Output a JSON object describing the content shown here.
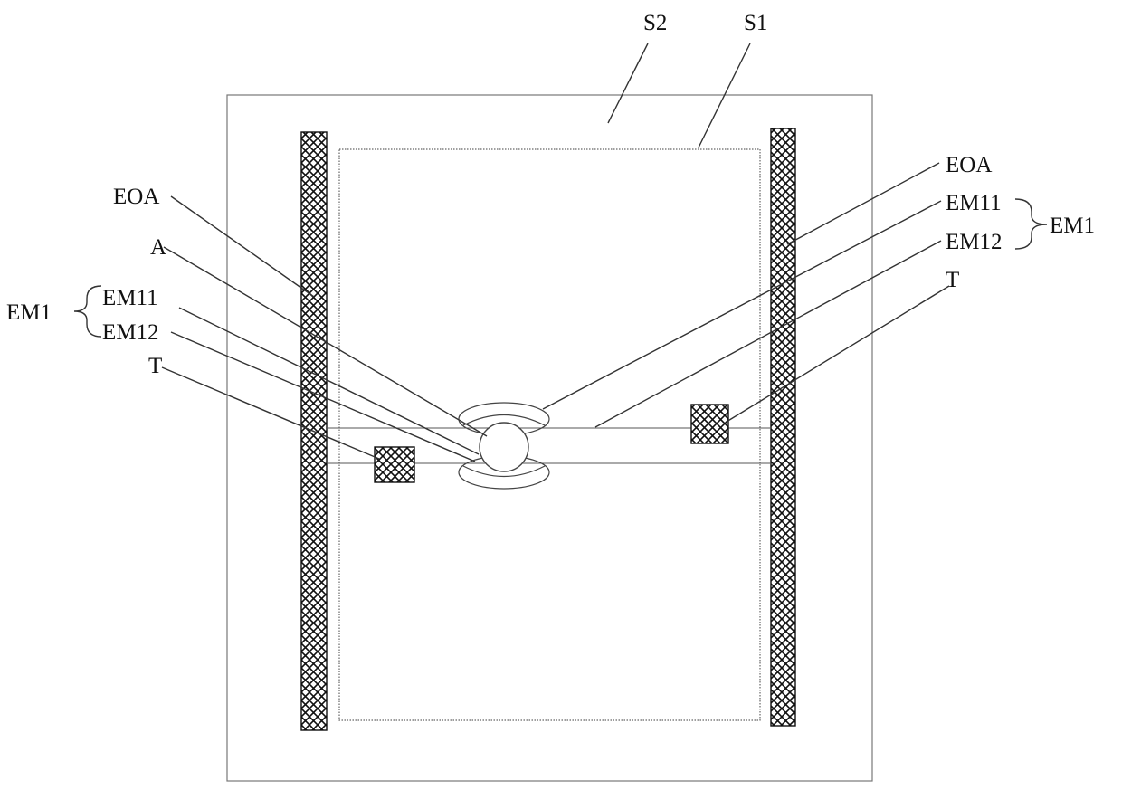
{
  "labels": {
    "s2": "S2",
    "s1": "S1",
    "eoa_left": "EOA",
    "a_left": "A",
    "em1_left": "EM1",
    "em11_left": "EM11",
    "em12_left": "EM12",
    "t_left": "T",
    "eoa_right": "EOA",
    "em11_right": "EM11",
    "em12_right": "EM12",
    "em1_right": "EM1",
    "t_right": "T"
  },
  "colors": {
    "line": "#333333",
    "hatch": "#111111",
    "background": "#ffffff"
  }
}
